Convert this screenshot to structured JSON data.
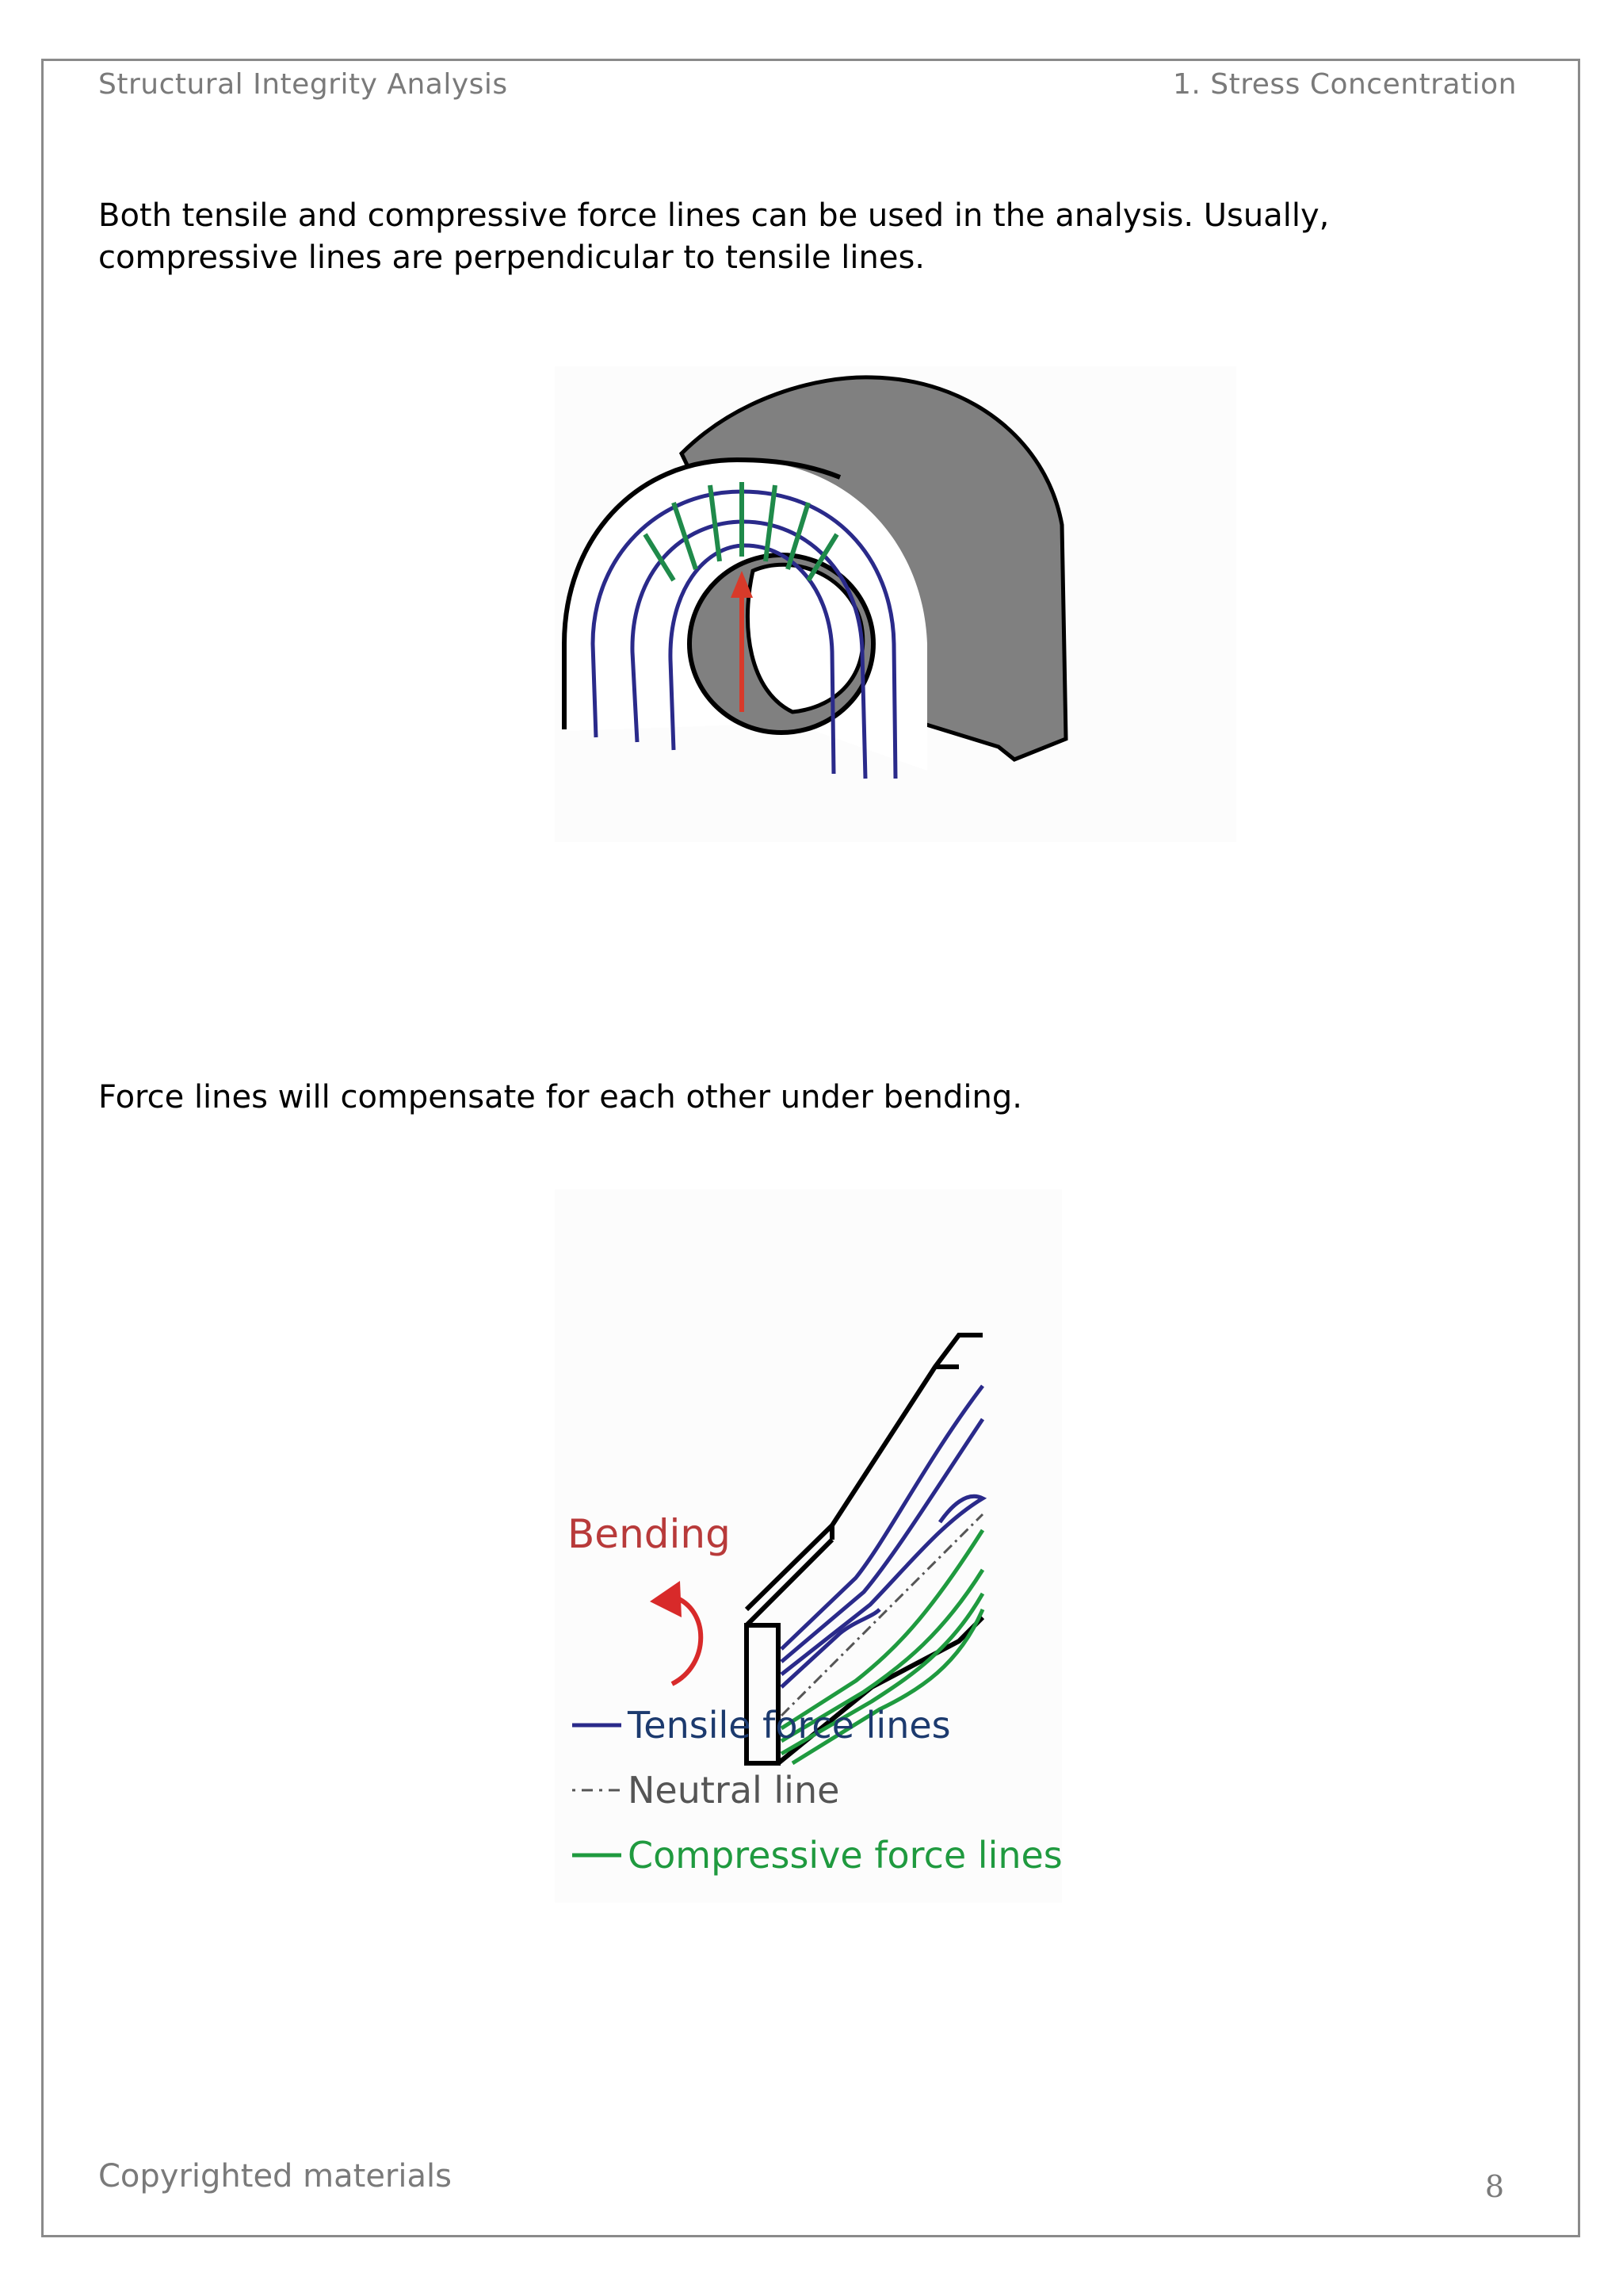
{
  "header": {
    "title": "Structural Integrity Analysis",
    "section": "1. Stress Concentration"
  },
  "body": {
    "paragraph_1": "Both tensile and compressive force lines can be used in the analysis. Usually, compressive lines are perpendicular to tensile lines.",
    "paragraph_2": "Force lines will compensate for each other under bending."
  },
  "figure_2": {
    "bending_label": "Bending",
    "legend": {
      "tensile": "Tensile force lines",
      "neutral": "Neutral line",
      "compressive": "Compressive force lines"
    },
    "colors": {
      "tensile": "#2a2a8a",
      "neutral": "#555555",
      "compressive": "#1f9a3f",
      "bending": "#c0392b"
    }
  },
  "figure_1": {
    "colors": {
      "tensile": "#2a2a8a",
      "compressive": "#1f8a4a",
      "force_arrow": "#d83a2a",
      "body_shade": "#808080"
    }
  },
  "footer": {
    "copyright": "Copyrighted materials",
    "page_number": "8"
  }
}
